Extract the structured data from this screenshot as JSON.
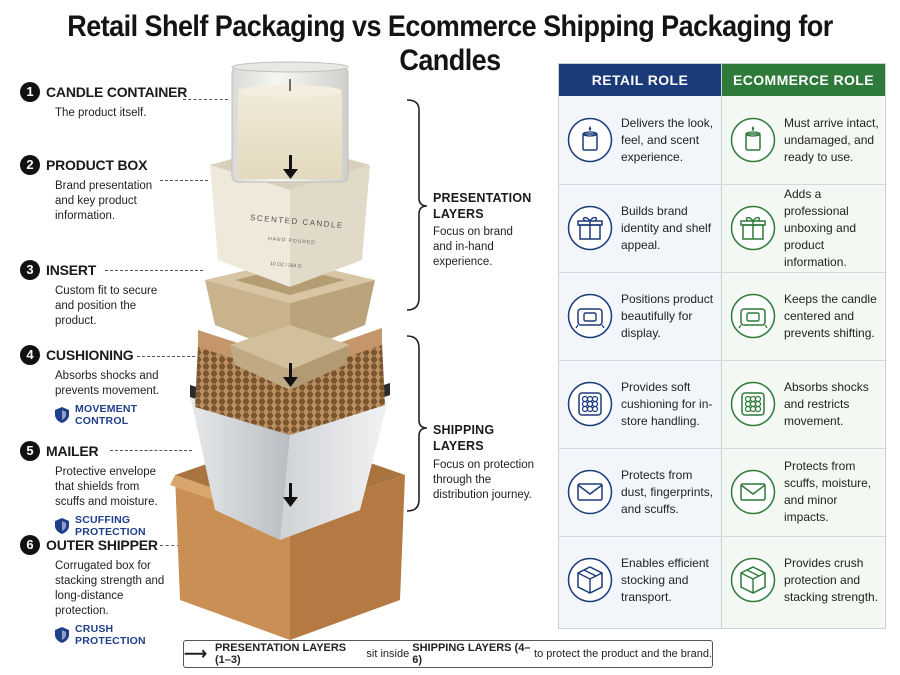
{
  "title": "Retail Shelf Packaging vs Ecommerce Shipping Packaging for Candles",
  "layers": [
    {
      "num": "1",
      "name": "CANDLE CONTAINER",
      "desc": "The product itself.",
      "tag": ""
    },
    {
      "num": "2",
      "name": "PRODUCT BOX",
      "desc": "Brand presentation and key product information.",
      "tag": ""
    },
    {
      "num": "3",
      "name": "INSERT",
      "desc": "Custom fit to secure and position the product.",
      "tag": ""
    },
    {
      "num": "4",
      "name": "CUSHIONING",
      "desc": "Absorbs shocks and prevents movement.",
      "tag_line1": "MOVEMENT",
      "tag_line2": "CONTROL"
    },
    {
      "num": "5",
      "name": "MAILER",
      "desc": "Protective envelope that shields from scuffs and moisture.",
      "tag_line1": "SCUFFING",
      "tag_line2": "PROTECTION"
    },
    {
      "num": "6",
      "name": "OUTER SHIPPER",
      "desc": "Corrugated box for stacking strength and long-distance protection.",
      "tag_line1": "CRUSH",
      "tag_line2": "PROTECTION"
    }
  ],
  "box_label": {
    "main": "SCENTED CANDLE",
    "sub": "HAND POURED",
    "size": "10 OZ / 284 G"
  },
  "groups": {
    "presentation": {
      "title1": "PRESENTATION",
      "title2": "LAYERS",
      "desc": "Focus on brand and in-hand experience."
    },
    "shipping": {
      "title1": "SHIPPING",
      "title2": "LAYERS",
      "desc": "Focus on protection through the distribution journey."
    }
  },
  "table": {
    "retail_header": "RETAIL ROLE",
    "ecom_header": "ECOMMERCE ROLE",
    "colors": {
      "retail": "#1b3a7a",
      "ecom": "#2d7a3a"
    },
    "rows": [
      {
        "icon": "candle-icon",
        "retail": "Delivers the look, feel, and scent experience.",
        "ecom": "Must arrive intact, undamaged, and ready to use."
      },
      {
        "icon": "gift-box-icon",
        "retail": "Builds brand identity and shelf appeal.",
        "ecom": "Adds a professional unboxing and product information."
      },
      {
        "icon": "insert-tray-icon",
        "retail": "Positions product beautifully for display.",
        "ecom": "Keeps the candle centered and prevents shifting."
      },
      {
        "icon": "cushion-pad-icon",
        "retail": "Provides soft cushioning for in-store handling.",
        "ecom": "Absorbs shocks and restricts movement."
      },
      {
        "icon": "envelope-icon",
        "retail": "Protects from dust, fingerprints, and scuffs.",
        "ecom": "Protects from scuffs, moisture, and minor impacts."
      },
      {
        "icon": "shipping-box-icon",
        "retail": "Enables efficient stocking and transport.",
        "ecom": "Provides crush protection and stacking strength."
      }
    ]
  },
  "footer": {
    "part1": "PRESENTATION LAYERS (1–3)",
    "part2": " sit inside ",
    "part3": "SHIPPING LAYERS (4–6)",
    "part4": " to protect the product and the brand."
  }
}
